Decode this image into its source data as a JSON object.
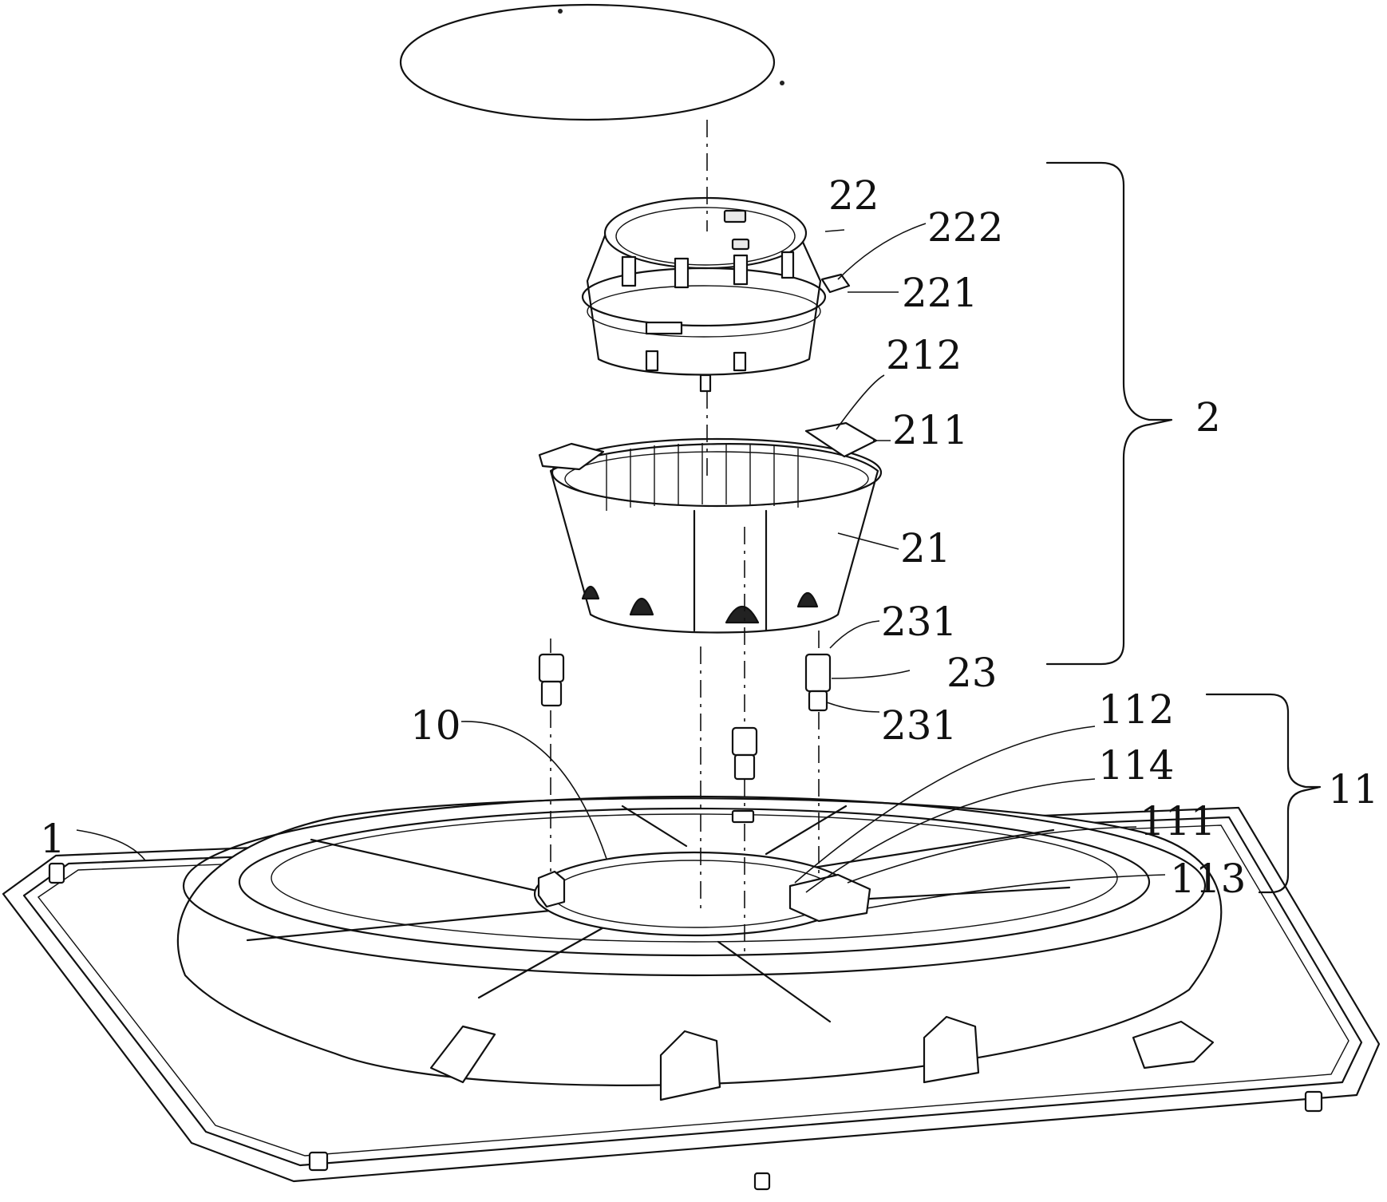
{
  "labels": {
    "lid_22": "22",
    "lug_222": "222",
    "ring_221": "221",
    "tab_212": "212",
    "slot_211": "211",
    "cup_21": "21",
    "pin_top_231": "231",
    "spacer_23": "23",
    "pin_bottom_231": "231",
    "assembly_2": "2",
    "hub_10": "10",
    "base_1": "1",
    "seat_112": "112",
    "clip_114": "114",
    "boss_111": "111",
    "post_113": "113",
    "group_11": "11"
  }
}
